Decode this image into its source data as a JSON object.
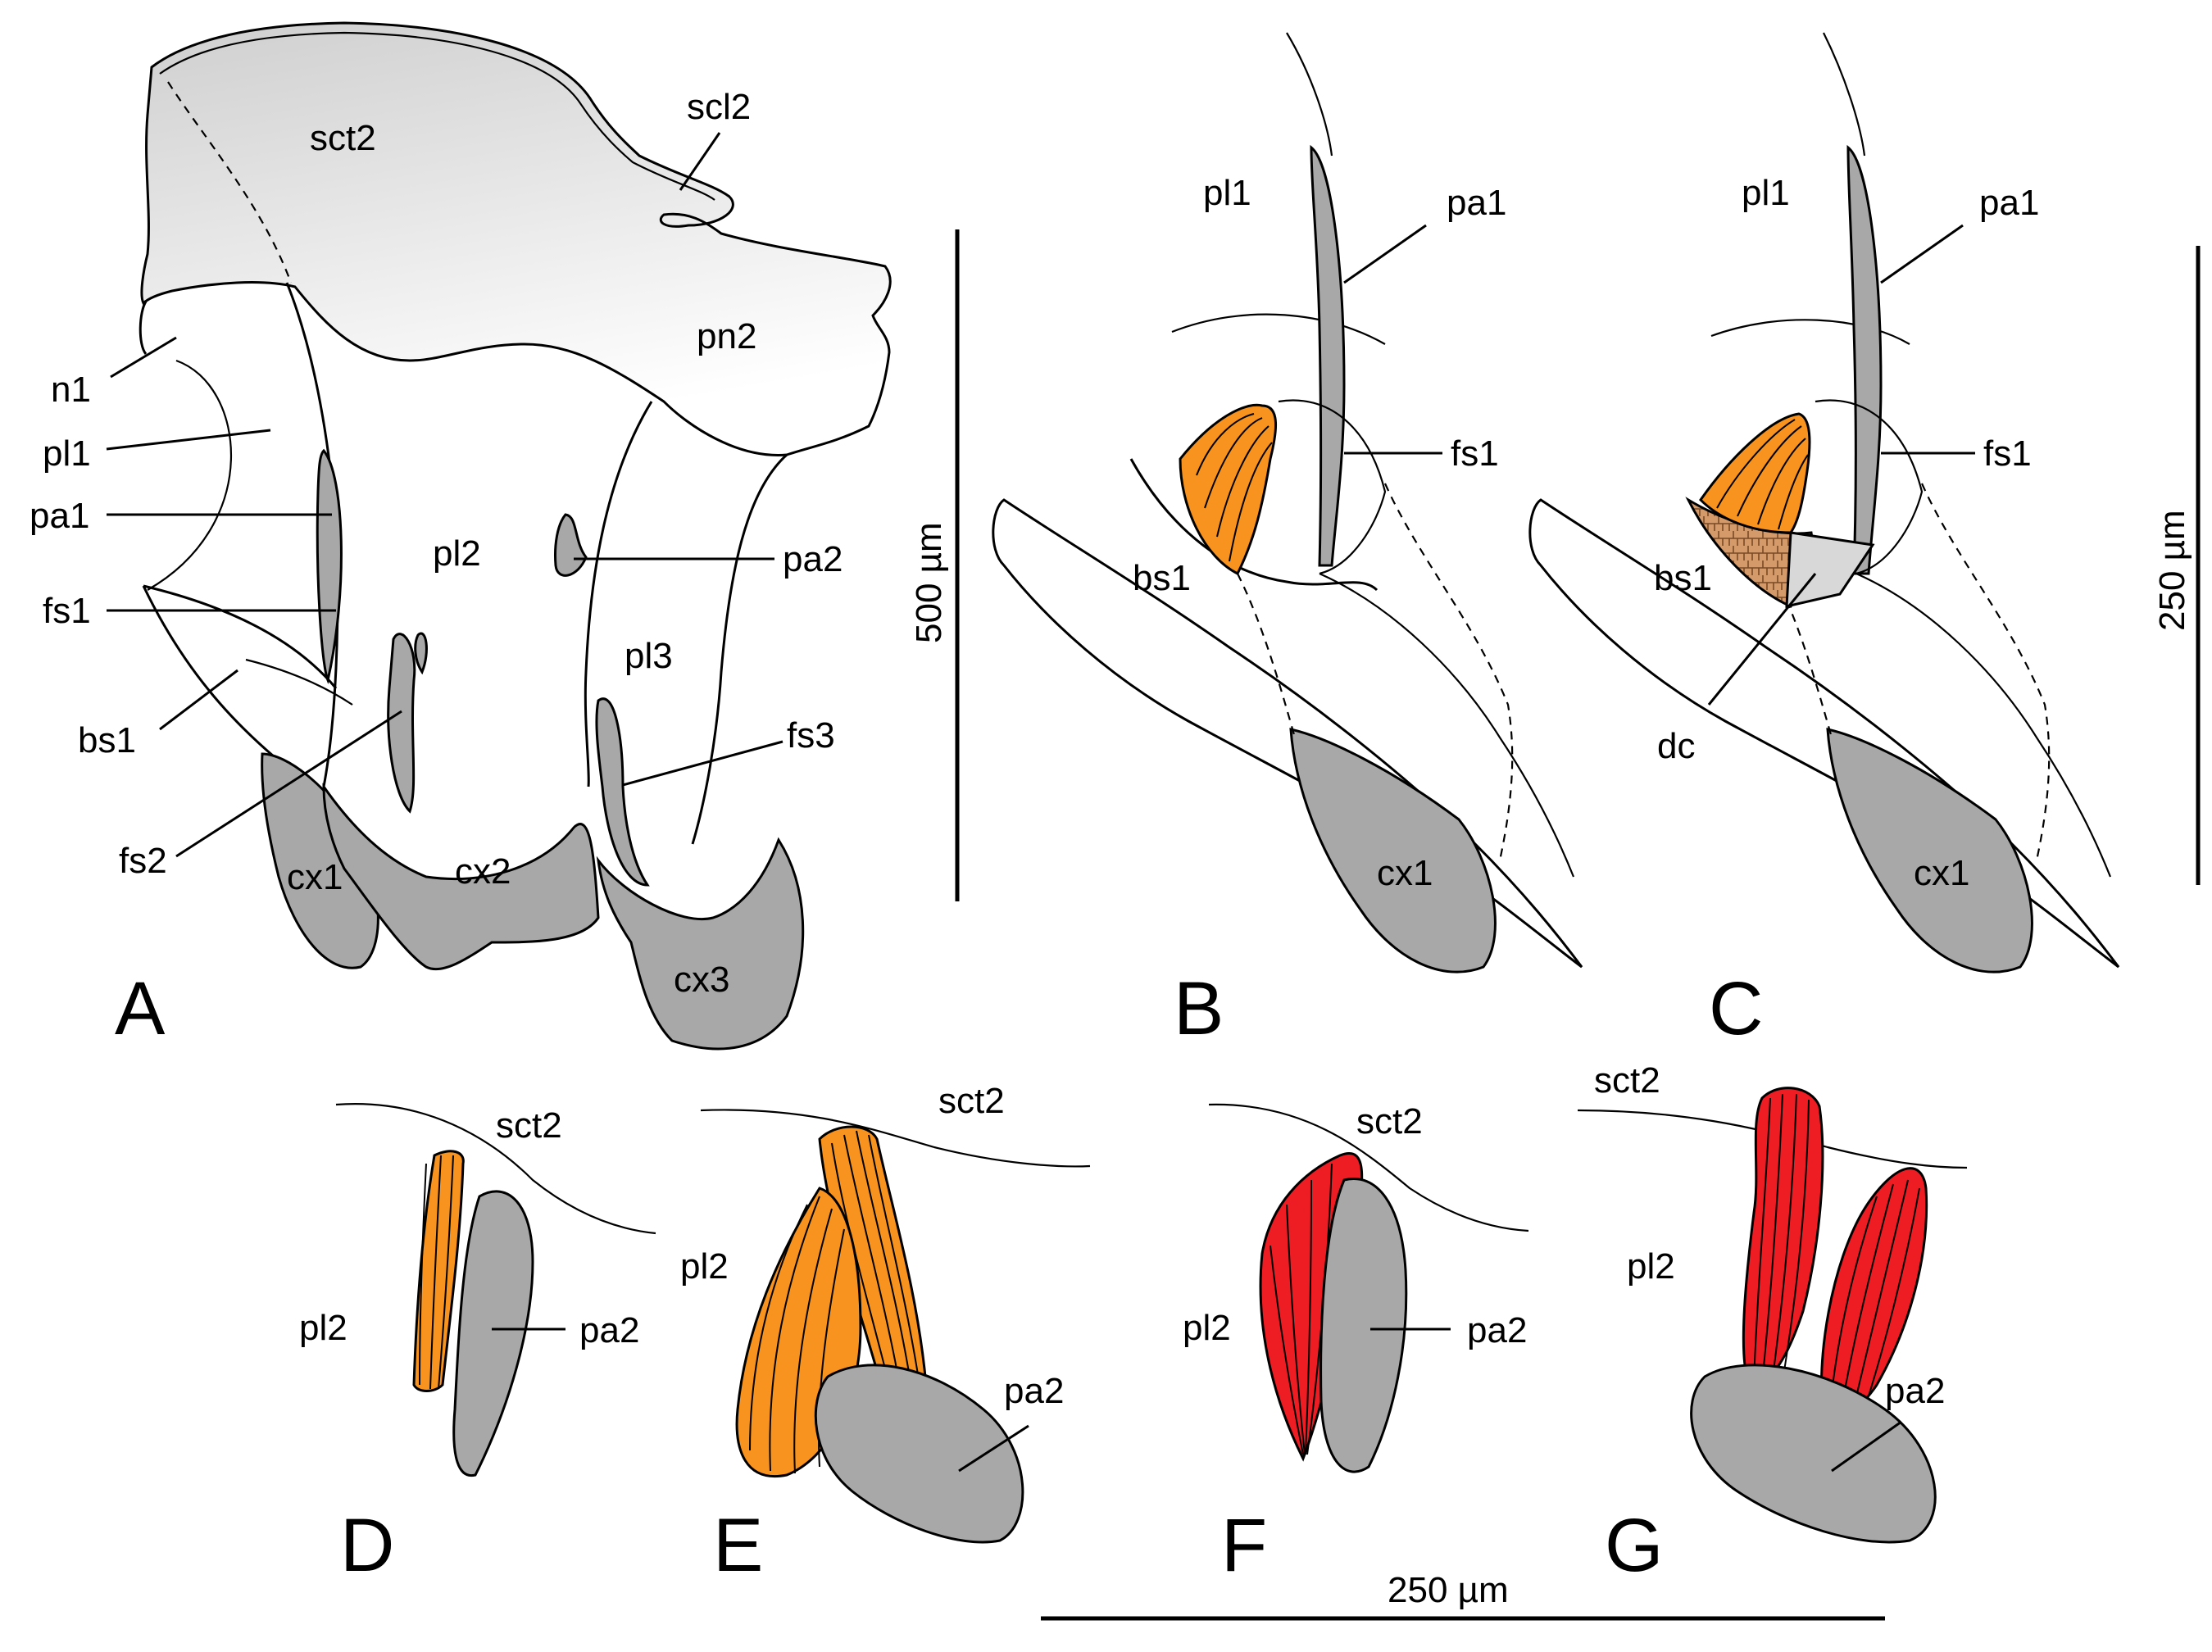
{
  "colors": {
    "sclerite": "#a8a8a8",
    "muscle_orange": "#f7931e",
    "muscle_red": "#ee1c23",
    "line": "#000000",
    "background": "#ffffff"
  },
  "panels": {
    "A": {
      "letter": "A",
      "labels": {
        "sct2": "sct2",
        "scl2": "scl2",
        "pn2": "pn2",
        "n1": "n1",
        "pl1": "pl1",
        "pa1": "pa1",
        "fs1": "fs1",
        "bs1": "bs1",
        "fs2": "fs2",
        "pl2": "pl2",
        "pa2": "pa2",
        "pl3": "pl3",
        "fs3": "fs3",
        "cx1": "cx1",
        "cx2": "cx2",
        "cx3": "cx3"
      },
      "scale_label": "500 µm"
    },
    "B": {
      "letter": "B",
      "labels": {
        "pl1": "pl1",
        "pa1": "pa1",
        "fs1": "fs1",
        "bs1": "bs1",
        "cx1": "cx1"
      }
    },
    "C": {
      "letter": "C",
      "labels": {
        "pl1": "pl1",
        "pa1": "pa1",
        "fs1": "fs1",
        "bs1": "bs1",
        "dc": "dc",
        "cx1": "cx1"
      },
      "scale_label": "250 µm"
    },
    "D": {
      "letter": "D",
      "labels": {
        "sct2": "sct2",
        "pl2": "pl2",
        "pa2": "pa2"
      }
    },
    "E": {
      "letter": "E",
      "labels": {
        "sct2": "sct2",
        "pl2": "pl2",
        "pa2": "pa2"
      }
    },
    "F": {
      "letter": "F",
      "labels": {
        "sct2": "sct2",
        "pl2": "pl2",
        "pa2": "pa2"
      }
    },
    "G": {
      "letter": "G",
      "labels": {
        "sct2": "sct2",
        "pl2": "pl2",
        "pa2": "pa2"
      }
    }
  },
  "bottom_scale_label": "250 µm"
}
